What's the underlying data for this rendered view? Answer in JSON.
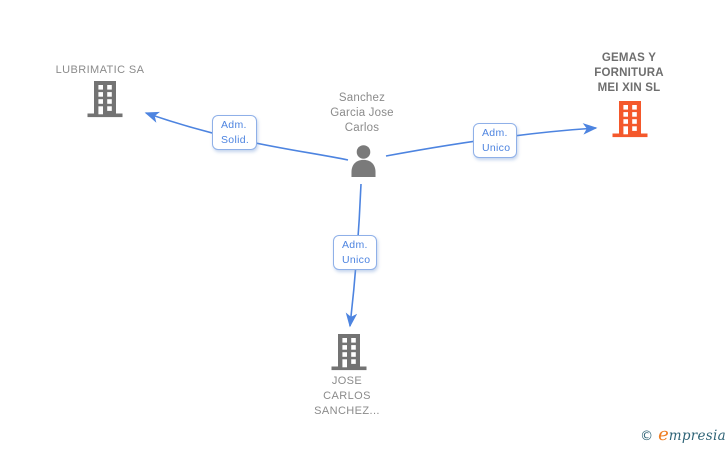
{
  "nodes": {
    "lubrimatic": {
      "label": "LUBRIMATIC SA",
      "type": "company"
    },
    "gemas": {
      "label": "GEMAS Y\nFORNITURA\nMEI XIN SL",
      "type": "company"
    },
    "person": {
      "label": "Sanchez\nGarcia Jose\nCarlos",
      "type": "person"
    },
    "jose_carlos": {
      "label": "JOSE\nCARLOS\nSANCHEZ...",
      "type": "company"
    }
  },
  "edges": {
    "adm_solid": {
      "label": "Adm.\nSolid."
    },
    "adm_unico_right": {
      "label": "Adm.\nUnico"
    },
    "adm_unico_bottom": {
      "label": "Adm.\nUnico"
    }
  },
  "footer": {
    "copyright_symbol": "©",
    "brand_initial": "e",
    "brand_rest": "mpresia"
  },
  "colors": {
    "edge_blue": "#4d84e0",
    "edge_label_border": "#8fb0e8",
    "edge_label_text": "#4d84e0",
    "building_gray": "#737373",
    "building_orange": "#f4582b",
    "person_gray": "#7a7a7a",
    "label_gray": "#8b8b8b",
    "label_dark_gray": "#6e6e6e",
    "brand_teal": "#2f6477",
    "brand_orange": "#ee7d22"
  }
}
